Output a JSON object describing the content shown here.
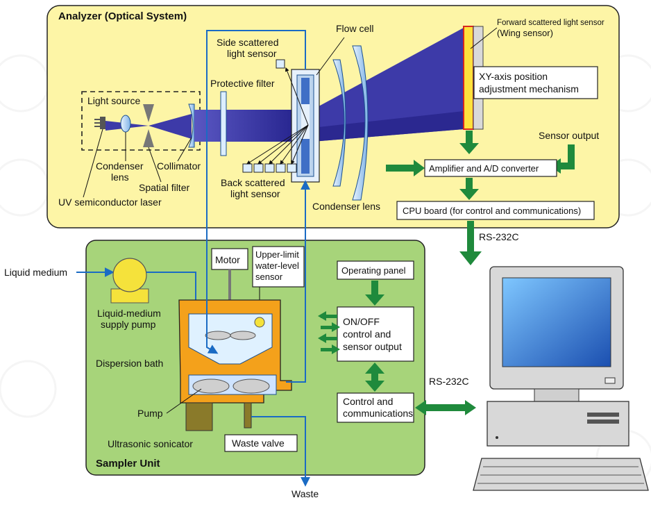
{
  "colors": {
    "analyzer_bg": "#fdf5a6",
    "sampler_bg": "#a7d47a",
    "beam": "#3d3aa8",
    "pipe": "#1a6bc4",
    "arrow": "#1f8a3c",
    "bath": "#f4a11b"
  },
  "analyzer": {
    "title": "Analyzer (Optical System)",
    "light_source": "Light source",
    "condenser_lens_small": [
      "Condenser",
      "lens"
    ],
    "spatial_filter": "Spatial filter",
    "collimator": "Collimator",
    "uv_laser": "UV semiconductor laser",
    "protective_filter": "Protective filter",
    "side_sensor": [
      "Side scattered",
      "light sensor"
    ],
    "flow_cell": "Flow cell",
    "back_sensor": [
      "Back scattered",
      "light sensor"
    ],
    "condenser_lens": "Condenser lens",
    "forward_sensor": [
      "Forward scattered light sensor",
      "(Wing sensor)"
    ],
    "xy_mech": [
      "XY-axis position",
      "adjustment mechanism"
    ],
    "sensor_output": "Sensor output",
    "amplifier": "Amplifier and A/D converter",
    "cpu": "CPU board (for control and communications)"
  },
  "links": {
    "rs232_top": "RS-232C",
    "rs232_mid": "RS-232C"
  },
  "sampler": {
    "title": "Sampler Unit",
    "liquid_medium": "Liquid medium",
    "supply_pump": [
      "Liquid-medium",
      "supply pump"
    ],
    "motor": "Motor",
    "upper_limit": [
      "Upper-limit",
      "water-level",
      "sensor"
    ],
    "dispersion_bath": "Dispersion bath",
    "pump": "Pump",
    "sonicator": "Ultrasonic sonicator",
    "waste_valve": "Waste valve",
    "waste": "Waste",
    "operating_panel": "Operating panel",
    "onoff": [
      "ON/OFF",
      "control and",
      "sensor output"
    ],
    "control_comm": [
      "Control and",
      "communications"
    ]
  }
}
